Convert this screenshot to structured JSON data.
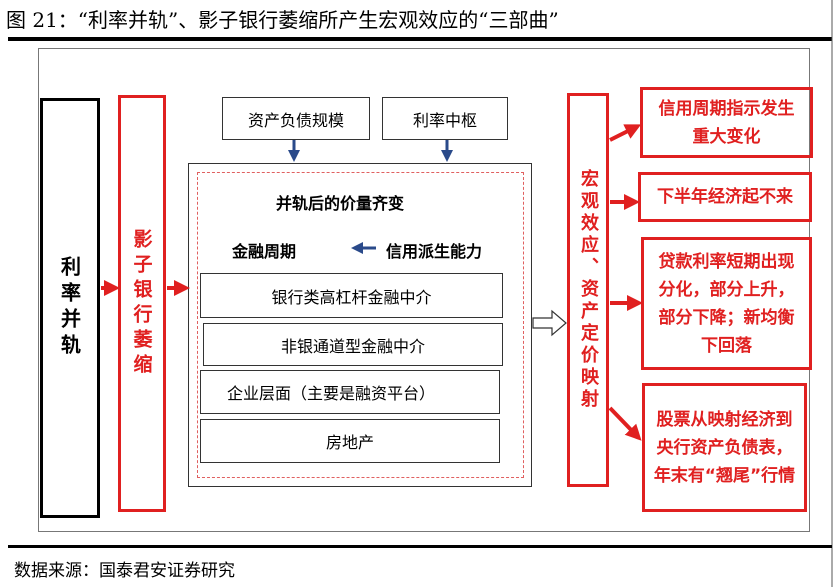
{
  "title": "图 21：“利率并轨”、影子银行萎缩所产生宏观效应的“三部曲”",
  "left_box": "利率并轨",
  "shadow_box": "影子银行萎缩",
  "top_boxes": [
    "资产负债规模",
    "利率中枢"
  ],
  "center": {
    "heading": "并轨后的价量齐变",
    "cycle_label": "金融周期",
    "credit_label": "信用派生能力",
    "layers": [
      "银行类高杠杆金融中介",
      "非银通道型金融中介",
      "企业层面（主要是融资平台）",
      "房地产"
    ]
  },
  "macro_box": "宏观效应、资产定价映射",
  "effects": [
    "信用周期指示发生重大变化",
    "下半年经济起不来",
    "贷款利率短期出现分化，部分上升，部分下降；新均衡下回落",
    "股票从映射经济到央行资产负债表，年末有“翘尾”行情"
  ],
  "source": "数据来源：国泰君安证券研究",
  "colors": {
    "accent": "#e02020",
    "arrow_blue": "#2a4a8a"
  }
}
